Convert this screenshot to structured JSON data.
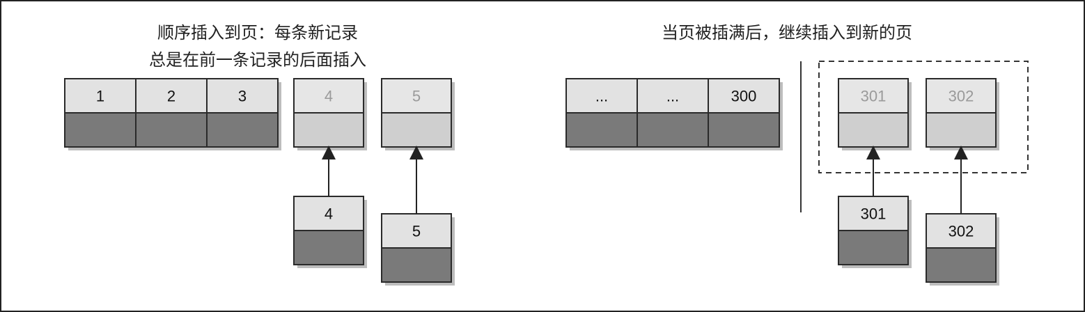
{
  "left_panel": {
    "caption_line1": "顺序插入到页：每条新记录",
    "caption_line2": "总是在前一条记录的后面插入",
    "page_cells": [
      "1",
      "2",
      "3"
    ],
    "faded_cells": [
      "4",
      "5"
    ],
    "new_records": [
      "4",
      "5"
    ]
  },
  "right_panel": {
    "caption": "当页被插满后，继续插入到新的页",
    "page_cells": [
      "...",
      "...",
      "300"
    ],
    "new_page_cells": [
      "301",
      "302"
    ],
    "new_records": [
      "301",
      "302"
    ]
  },
  "colors": {
    "cell_top": "#e2e2e2",
    "cell_bottom": "#7a7a7a",
    "faded_top": "#e6e6e6",
    "faded_bottom": "#cfcfcf",
    "shadow": "#bdbdbd",
    "border": "#2a2a2a",
    "faded_text": "#9a9a9a"
  }
}
